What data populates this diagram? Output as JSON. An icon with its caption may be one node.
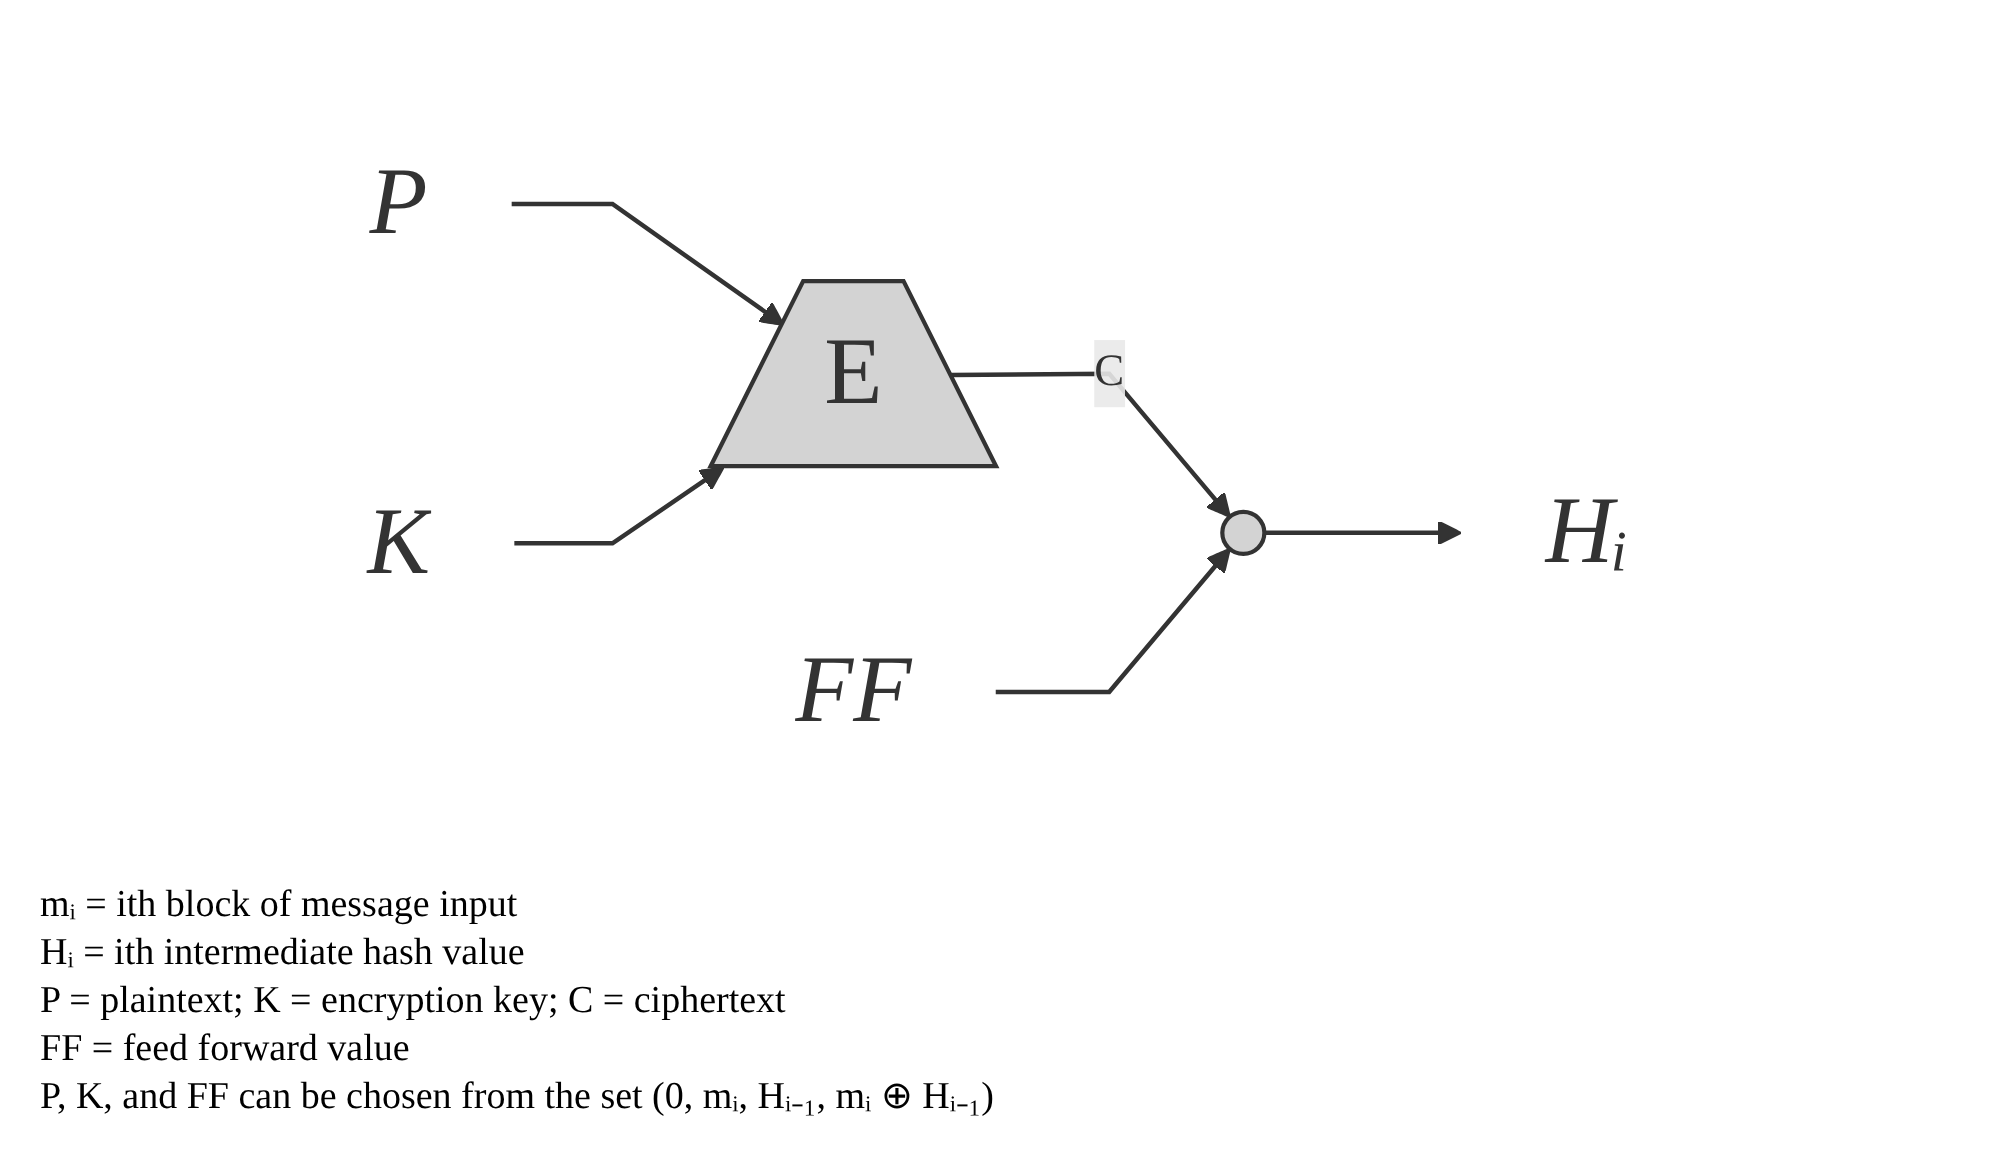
{
  "diagram": {
    "nodes": [
      {
        "text": [
          "P"
        ]
      },
      {
        "text": [
          "K"
        ]
      },
      {
        "text": [
          "E"
        ]
      },
      {
        "text": [],
        "shape": "circle"
      },
      {
        "text": [
          "Hᵢ"
        ]
      },
      {
        "text": [
          "FF"
        ]
      }
    ],
    "edges": [
      {
        "from": 0,
        "to": 2,
        "arrow": "to"
      },
      {
        "from": 1,
        "to": 2,
        "arrow": "to"
      },
      {
        "from": 2,
        "to": 3,
        "label": "C",
        "arrow": "to"
      },
      {
        "from": 3,
        "to": 4,
        "arrow": "to"
      },
      {
        "from": 5,
        "to": 3,
        "arrow": "to"
      }
    ],
    "labels": [
      "mᵢ = ith block of message input",
      "Hᵢ = ith intermediate hash value",
      "P = plaintext; K = encryption key; C = ciphertext",
      "FF = feed forward value",
      "P, K, and FF can be chosen from the set (0, mᵢ, Hᵢ₋₁, mᵢ ⊕ Hᵢ₋₁)"
    ]
  }
}
